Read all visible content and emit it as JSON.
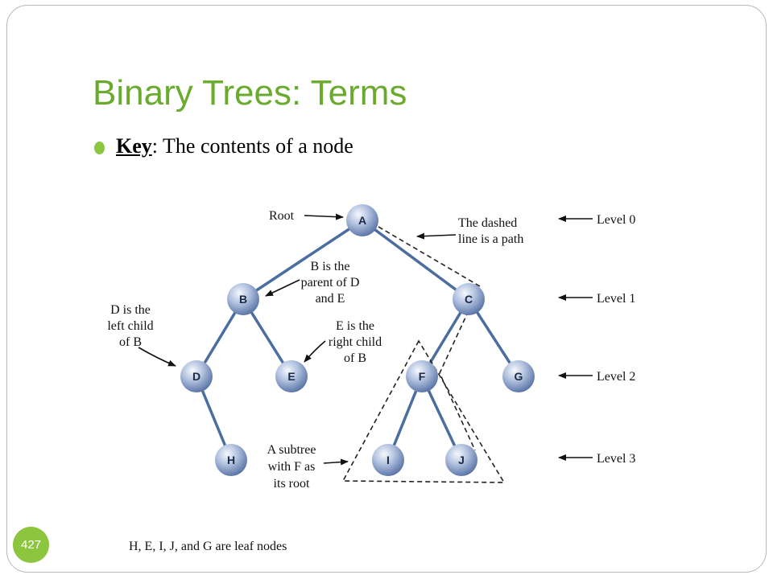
{
  "slide": {
    "title": "Binary Trees: Terms",
    "bullet": {
      "term": "Key",
      "rest": ": The contents of a node"
    },
    "page_number": "427"
  },
  "diagram": {
    "nodes": [
      "A",
      "B",
      "C",
      "D",
      "E",
      "F",
      "G",
      "H",
      "I",
      "J"
    ],
    "labels": {
      "root": "Root",
      "path_line1": "The dashed",
      "path_line2": "line is a path",
      "parent_line1": "B is the",
      "parent_line2": "parent of D",
      "parent_line3": "and E",
      "leftchild_line1": "D is the",
      "leftchild_line2": "left child",
      "leftchild_line3": "of B",
      "rightchild_line1": "E is the",
      "rightchild_line2": "right child",
      "rightchild_line3": "of B",
      "subtree_line1": "A subtree",
      "subtree_line2": "with F as",
      "subtree_line3": "its root",
      "level0": "Level 0",
      "level1": "Level 1",
      "level2": "Level 2",
      "level3": "Level 3",
      "leaf": "H, E, I, J, and G are leaf nodes"
    }
  }
}
